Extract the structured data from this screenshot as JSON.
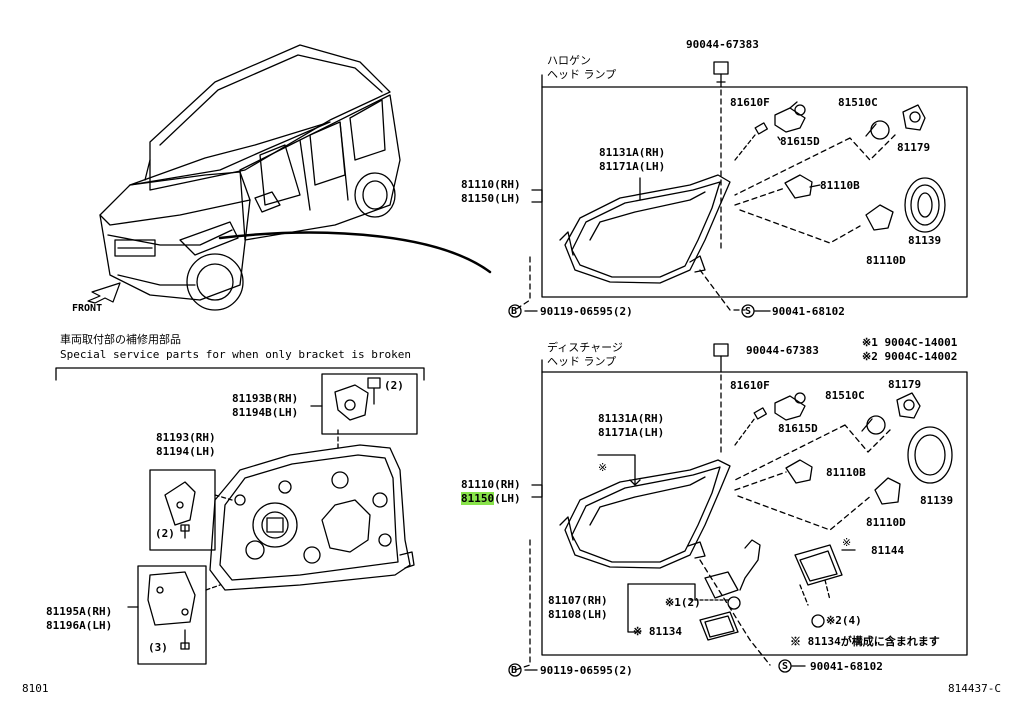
{
  "page": {
    "left_code": "8101",
    "right_code": "814437-C"
  },
  "car": {
    "front_label": "FRONT"
  },
  "top_section": {
    "title_line1": "ハロゲン",
    "title_line2": "ヘッド ランプ",
    "p_90044_67383": "90044-67383",
    "p_81610F": "81610F",
    "p_81615D": "81615D",
    "p_81510C": "81510C",
    "p_81179": "81179",
    "p_81131A": "81131A(RH)",
    "p_81171A": "81171A(LH)",
    "p_81110B": "81110B",
    "p_81110_rh": "81110(RH)",
    "p_81150_lh": "81150(LH)",
    "p_81139": "81139",
    "p_81110D": "81110D",
    "p_90119": "90119-06595(2)",
    "p_90041": "90041-68102",
    "b_symbol": "B",
    "s_symbol": "S"
  },
  "bottom_section": {
    "title_line1": "ディスチャージ",
    "title_line2": "ヘッド ランプ",
    "p_90044_67383": "90044-67383",
    "note1": "※1  9004C-14001",
    "note2": "※2  9004C-14002",
    "p_81610F": "81610F",
    "p_81615D": "81615D",
    "p_81510C": "81510C",
    "p_81179": "81179",
    "p_81131A": "81131A(RH)",
    "p_81171A": "81171A(LH)",
    "kome": "※",
    "p_81110B": "81110B",
    "p_81110_rh": "81110(RH)",
    "p_81150": "81150",
    "p_81150_suffix": "(LH)",
    "p_81139": "81139",
    "p_81110D": "81110D",
    "p_81144": "81144",
    "kome_81144": "※",
    "p_81107": "81107(RH)",
    "p_81108": "81108(LH)",
    "ref_1_2": "※1(2)",
    "p_81134": "※ 81134",
    "ref_2_4": "※2(4)",
    "note_81134": "※ 81134が構成に含まれます",
    "p_90119": "90119-06595(2)",
    "p_90041": "90041-68102",
    "b_symbol": "B",
    "s_symbol": "S"
  },
  "special_section": {
    "title_jp": "車両取付部の補修用部品",
    "title_en": "Special service parts for when only bracket is broken",
    "p_81193B": "81193B(RH)",
    "p_81194B": "81194B(LH)",
    "ref_2a": "(2)",
    "p_81193": "81193(RH)",
    "p_81194": "81194(LH)",
    "ref_2b": "(2)",
    "p_81195A": "81195A(RH)",
    "p_81196A": "81196A(LH)",
    "ref_3": "(3)"
  },
  "colors": {
    "highlight": "#88e34a",
    "line": "#000000"
  }
}
